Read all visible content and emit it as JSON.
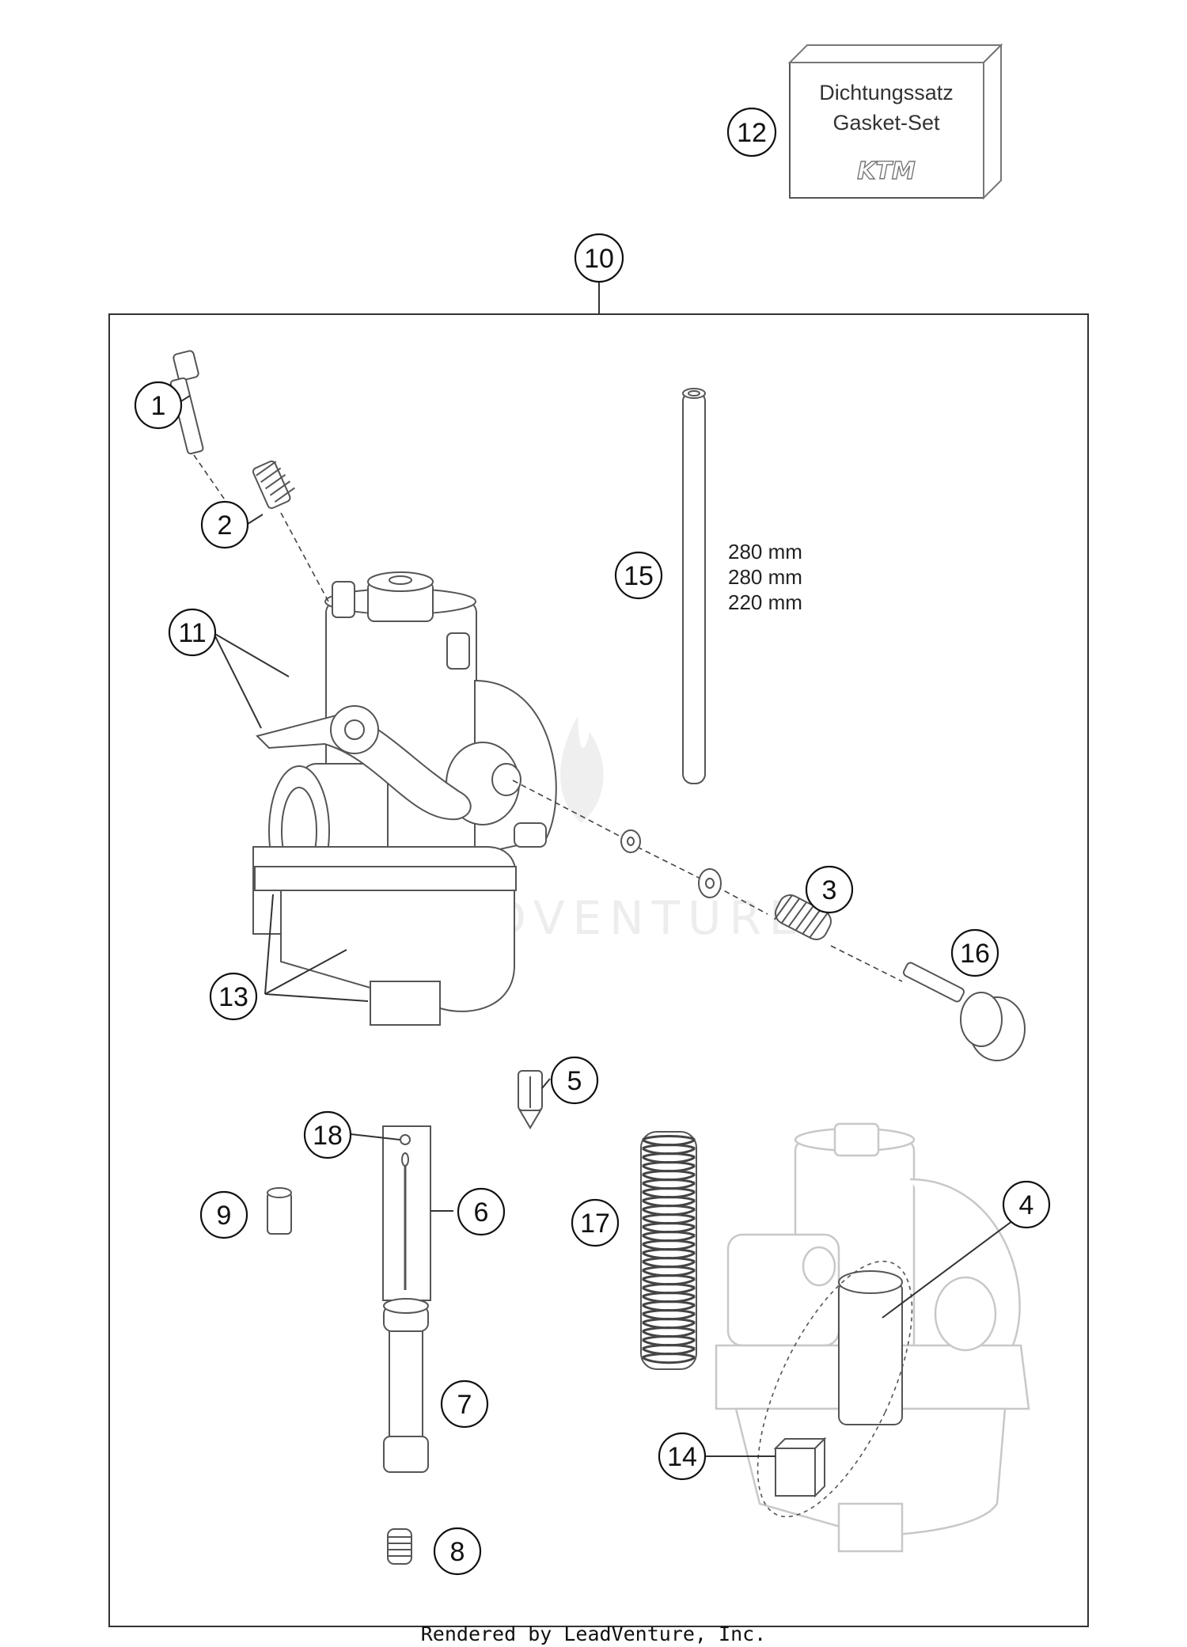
{
  "gasket_box": {
    "line1": "Dichtungssatz",
    "line2": "Gasket-Set",
    "logo_text": "KTM"
  },
  "parts": [
    {
      "number": "1"
    },
    {
      "number": "2"
    },
    {
      "number": "3"
    },
    {
      "number": "4"
    },
    {
      "number": "5"
    },
    {
      "number": "6"
    },
    {
      "number": "7"
    },
    {
      "number": "8"
    },
    {
      "number": "9"
    },
    {
      "number": "10"
    },
    {
      "number": "11"
    },
    {
      "number": "12"
    },
    {
      "number": "13"
    },
    {
      "number": "14"
    },
    {
      "number": "15"
    },
    {
      "number": "16"
    },
    {
      "number": "17"
    },
    {
      "number": "18"
    }
  ],
  "tube_lengths": [
    "280 mm",
    "280 mm",
    "220 mm"
  ],
  "watermark": "LEADVENTURE",
  "footer": "Rendered by LeadVenture, Inc."
}
